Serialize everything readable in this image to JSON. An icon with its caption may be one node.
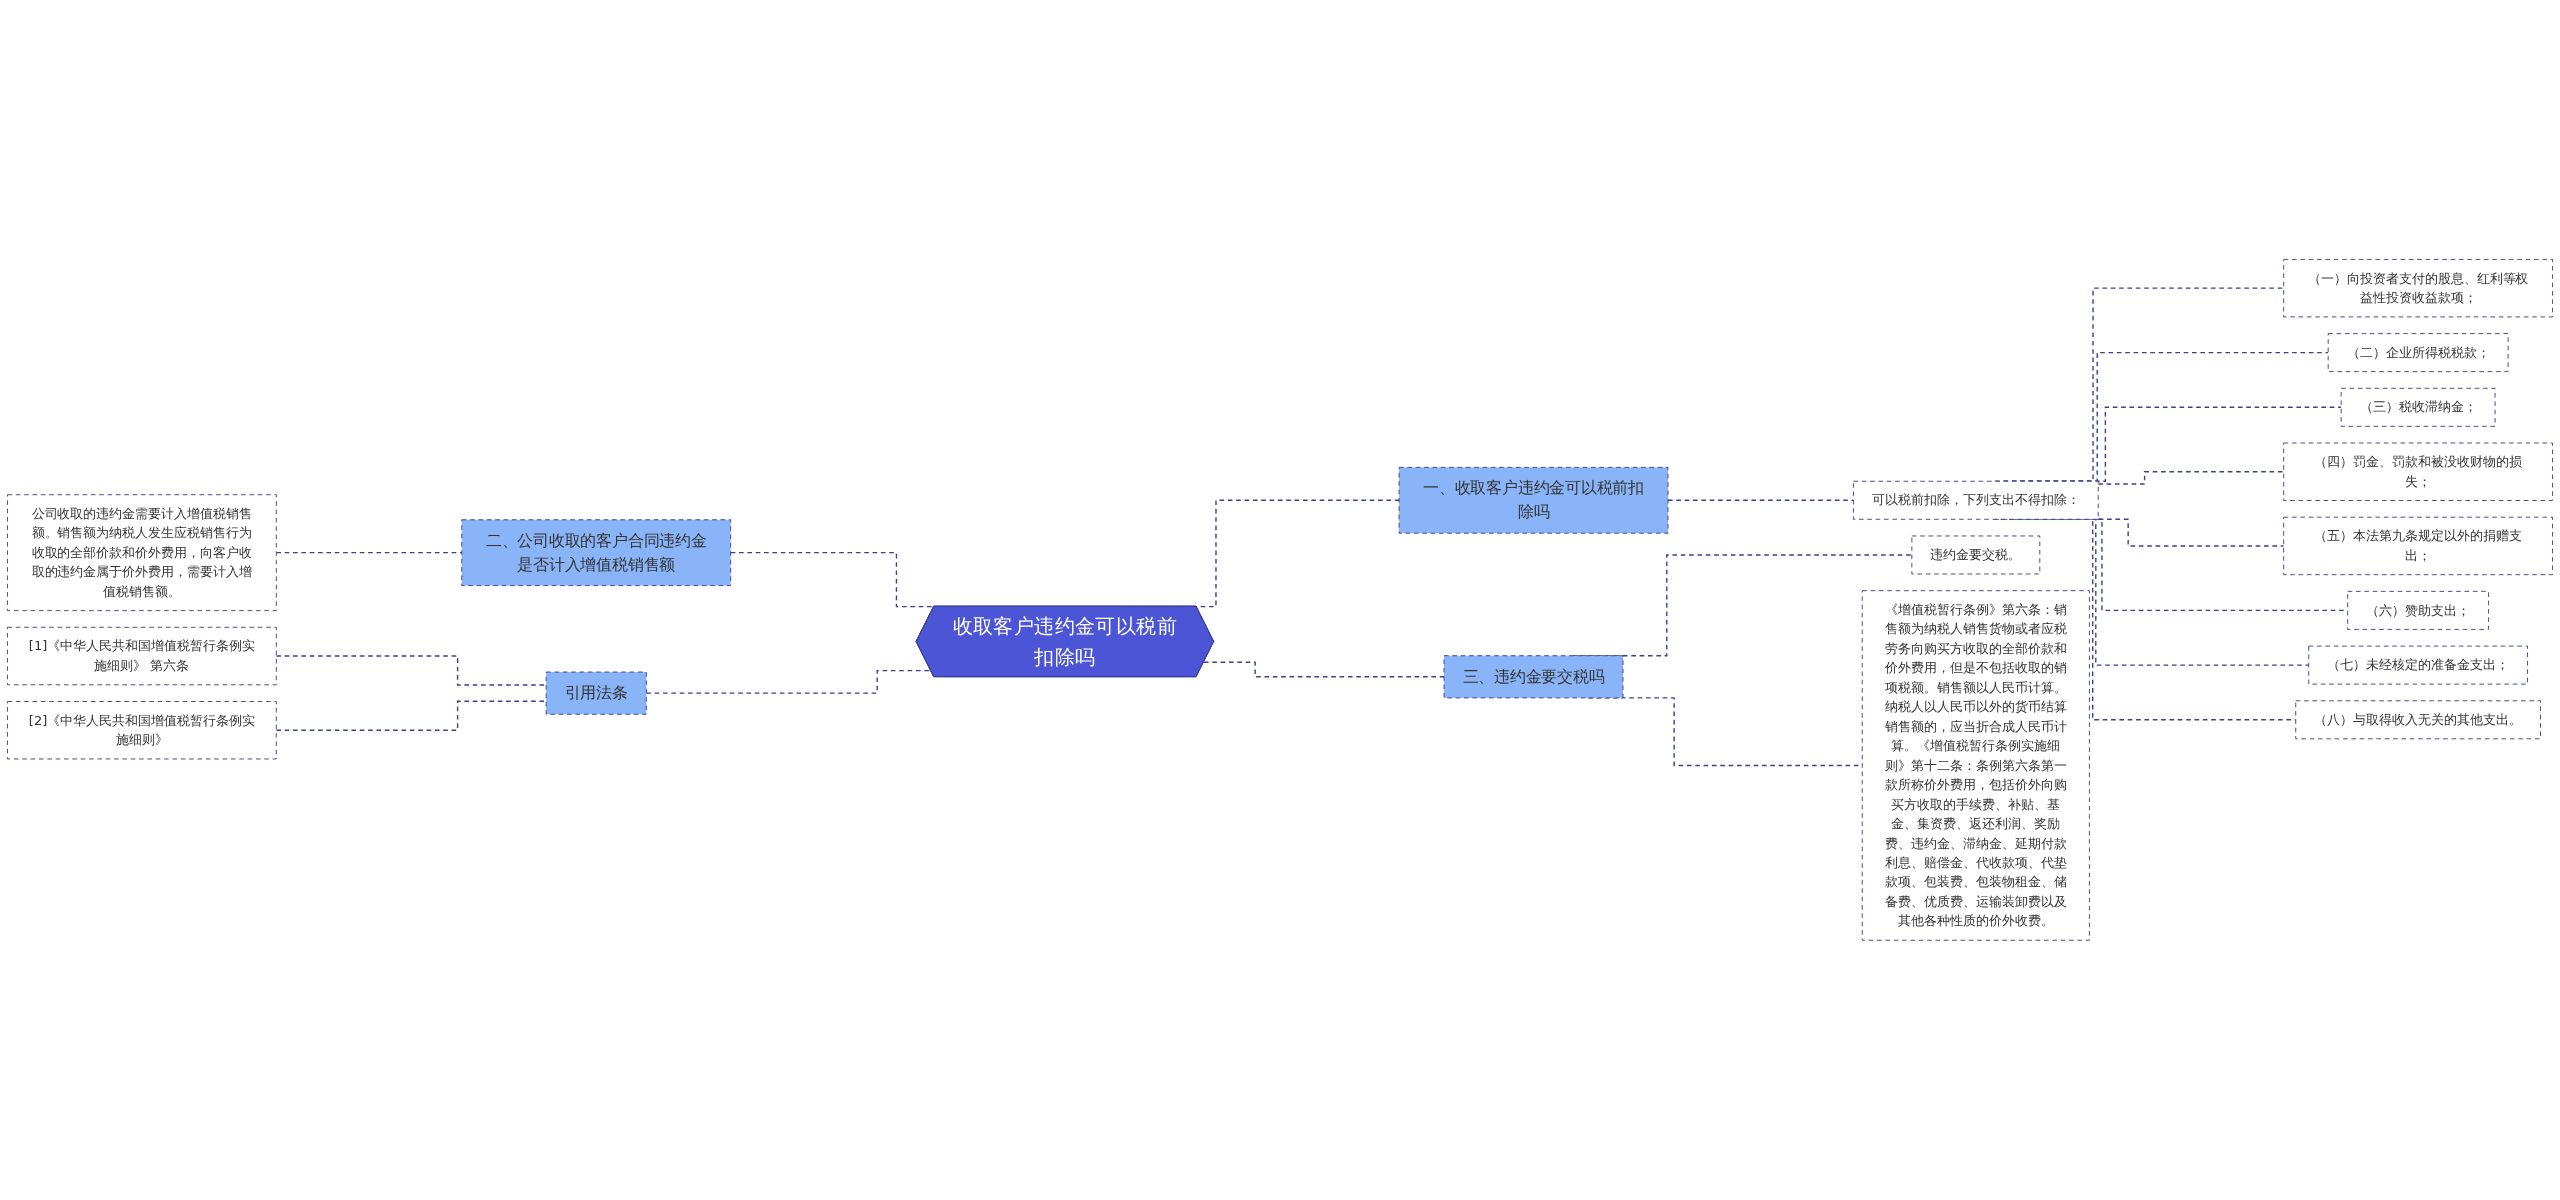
{
  "diagram": {
    "nodes": [
      {
        "text": [
          "收取客户违约金可以税前扣除吗"
        ]
      },
      {
        "text": [
          "一、收取客户违约金可以税前扣除吗"
        ]
      },
      {
        "text": [
          "可以税前扣除，下列支出不得扣除："
        ]
      },
      {
        "text": [
          "（一）向投资者支付的股息、红利等权益性投资收益款项；"
        ]
      },
      {
        "text": [
          "（二）企业所得税税款；"
        ]
      },
      {
        "text": [
          "（三）税收滞纳金；"
        ]
      },
      {
        "text": [
          "（四）罚金、罚款和被没收财物的损失；"
        ]
      },
      {
        "text": [
          "（五）本法第九条规定以外的捐赠支出；"
        ]
      },
      {
        "text": [
          "（六）赞助支出；"
        ]
      },
      {
        "text": [
          "（七）未经核定的准备金支出；"
        ]
      },
      {
        "text": [
          "（八）与取得收入无关的其他支出。"
        ]
      },
      {
        "text": [
          "三、违约金要交税吗"
        ]
      },
      {
        "text": [
          "违约金要交税。"
        ]
      },
      {
        "text": [
          "《增值税暂行条例》第六条：销售额为纳税人销售货物或者应税劳务向购买方收取的全部价款和价外费用，但是不包括收取的销项税额。销售额以人民币计算。纳税人以人民币以外的货币结算销售额的，应当折合成人民币计算。《增值税暂行条例实施细则》第十二条：条例第六条第一款所称价外费用，包括价外向购买方收取的手续费、补贴、基金、集资费、返还利润、奖励费、违约金、滞纳金、延期付款利息、赔偿金、代收款项、代垫款项、包装费、包装物租金、储备费、优质费、运输装卸费以及其他各种性质的价外收费。"
        ]
      },
      {
        "text": [
          "二、公司收取的客户合同违约金是否计入增值税销售额"
        ]
      },
      {
        "text": [
          "公司收取的违约金需要计入增值税销售额。销售额为纳税人发生应税销售行为收取的全部价款和价外费用，向客户收取的违约金属于价外费用，需要计入增值税销售额。"
        ]
      },
      {
        "text": [
          "引用法条"
        ]
      },
      {
        "text": [
          "[1]《中华人民共和国增值税暂行条例实施细则》 第六条"
        ]
      },
      {
        "text": [
          "[2]《中华人民共和国增值税暂行条例实施细则》"
        ]
      }
    ],
    "edges": [
      {
        "from": 0,
        "to": 1,
        "arrow": "none"
      },
      {
        "from": 1,
        "to": 2,
        "arrow": "none"
      },
      {
        "from": 2,
        "to": 3,
        "arrow": "none"
      },
      {
        "from": 2,
        "to": 4,
        "arrow": "none"
      },
      {
        "from": 2,
        "to": 5,
        "arrow": "none"
      },
      {
        "from": 2,
        "to": 6,
        "arrow": "none"
      },
      {
        "from": 2,
        "to": 7,
        "arrow": "none"
      },
      {
        "from": 2,
        "to": 8,
        "arrow": "none"
      },
      {
        "from": 2,
        "to": 9,
        "arrow": "none"
      },
      {
        "from": 2,
        "to": 10,
        "arrow": "none"
      },
      {
        "from": 0,
        "to": 11,
        "arrow": "none"
      },
      {
        "from": 11,
        "to": 12,
        "arrow": "none"
      },
      {
        "from": 11,
        "to": 13,
        "arrow": "none"
      },
      {
        "from": 0,
        "to": 14,
        "arrow": "none"
      },
      {
        "from": 14,
        "to": 15,
        "arrow": "none"
      },
      {
        "from": 0,
        "to": 16,
        "arrow": "none"
      },
      {
        "from": 16,
        "to": 17,
        "arrow": "none"
      },
      {
        "from": 16,
        "to": 18,
        "arrow": "none"
      }
    ]
  }
}
